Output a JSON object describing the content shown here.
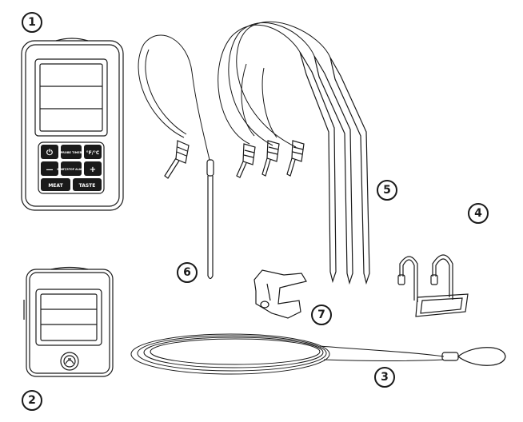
{
  "callouts": {
    "c1": "1",
    "c2": "2",
    "c3": "3",
    "c4": "4",
    "c5": "5",
    "c6": "6",
    "c7": "7"
  },
  "receiver": {
    "buttons": {
      "power": "⏻",
      "probe_timer": "PROBE TIMER",
      "unit": "°F/°C",
      "minus": "—",
      "start_stop": "START/STOP ALARM",
      "plus": "+",
      "meat": "MEAT",
      "taste": "TASTE"
    }
  },
  "colors": {
    "ink": "#1a1a1a",
    "button_fill": "#1a1a1a",
    "background": "#ffffff"
  }
}
